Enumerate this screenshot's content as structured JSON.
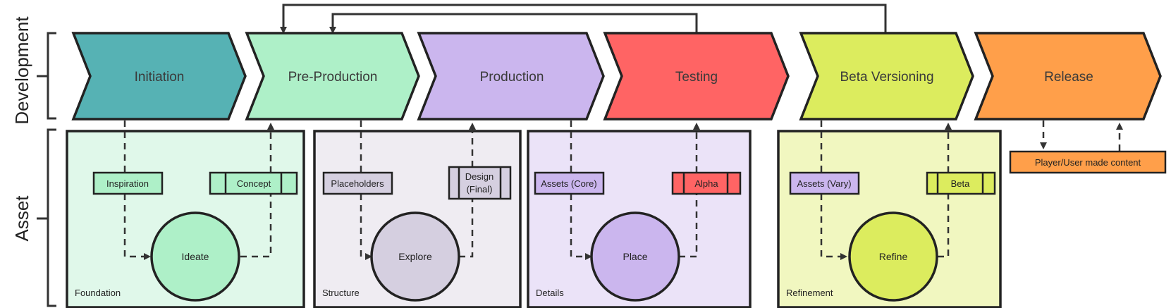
{
  "axis": {
    "development": "Development",
    "asset": "Asset"
  },
  "stages": [
    {
      "label": "Initiation",
      "color": "#56b2b4"
    },
    {
      "label": "Pre-Production",
      "color": "#aef0c8"
    },
    {
      "label": "Production",
      "color": "#cbb6ee"
    },
    {
      "label": "Testing",
      "color": "#ff6464"
    },
    {
      "label": "Beta Versioning",
      "color": "#dcec5e"
    },
    {
      "label": "Release",
      "color": "#ff9f4a"
    }
  ],
  "panels": [
    {
      "title": "Foundation",
      "in_label": "Inspiration",
      "out_label": "Concept",
      "circle": "Ideate",
      "bg": "#e0f8ea",
      "box_color": "#aef0c8",
      "circle_color": "#aef0c8"
    },
    {
      "title": "Structure",
      "in_label": "Placeholders",
      "out_label_line1": "Design",
      "out_label_line2": "(Final)",
      "circle": "Explore",
      "bg": "#efecf2",
      "box_color": "#d5cfe0",
      "circle_color": "#d5cfe0"
    },
    {
      "title": "Details",
      "in_label": "Assets (Core)",
      "out_label": "Alpha",
      "circle": "Place",
      "bg": "#ebe3f8",
      "box_color": "#cbb6ee",
      "out_color": "#ff6464",
      "circle_color": "#cbb6ee"
    },
    {
      "title": "Refinement",
      "in_label": "Assets (Vary)",
      "out_label": "Beta",
      "circle": "Refine",
      "bg": "#f1f7c0",
      "box_color": "#cbb6ee",
      "out_color": "#dcec5e",
      "circle_color": "#dcec5e"
    }
  ],
  "release_box": {
    "label": "Player/User made content",
    "color": "#ff9f4a"
  }
}
